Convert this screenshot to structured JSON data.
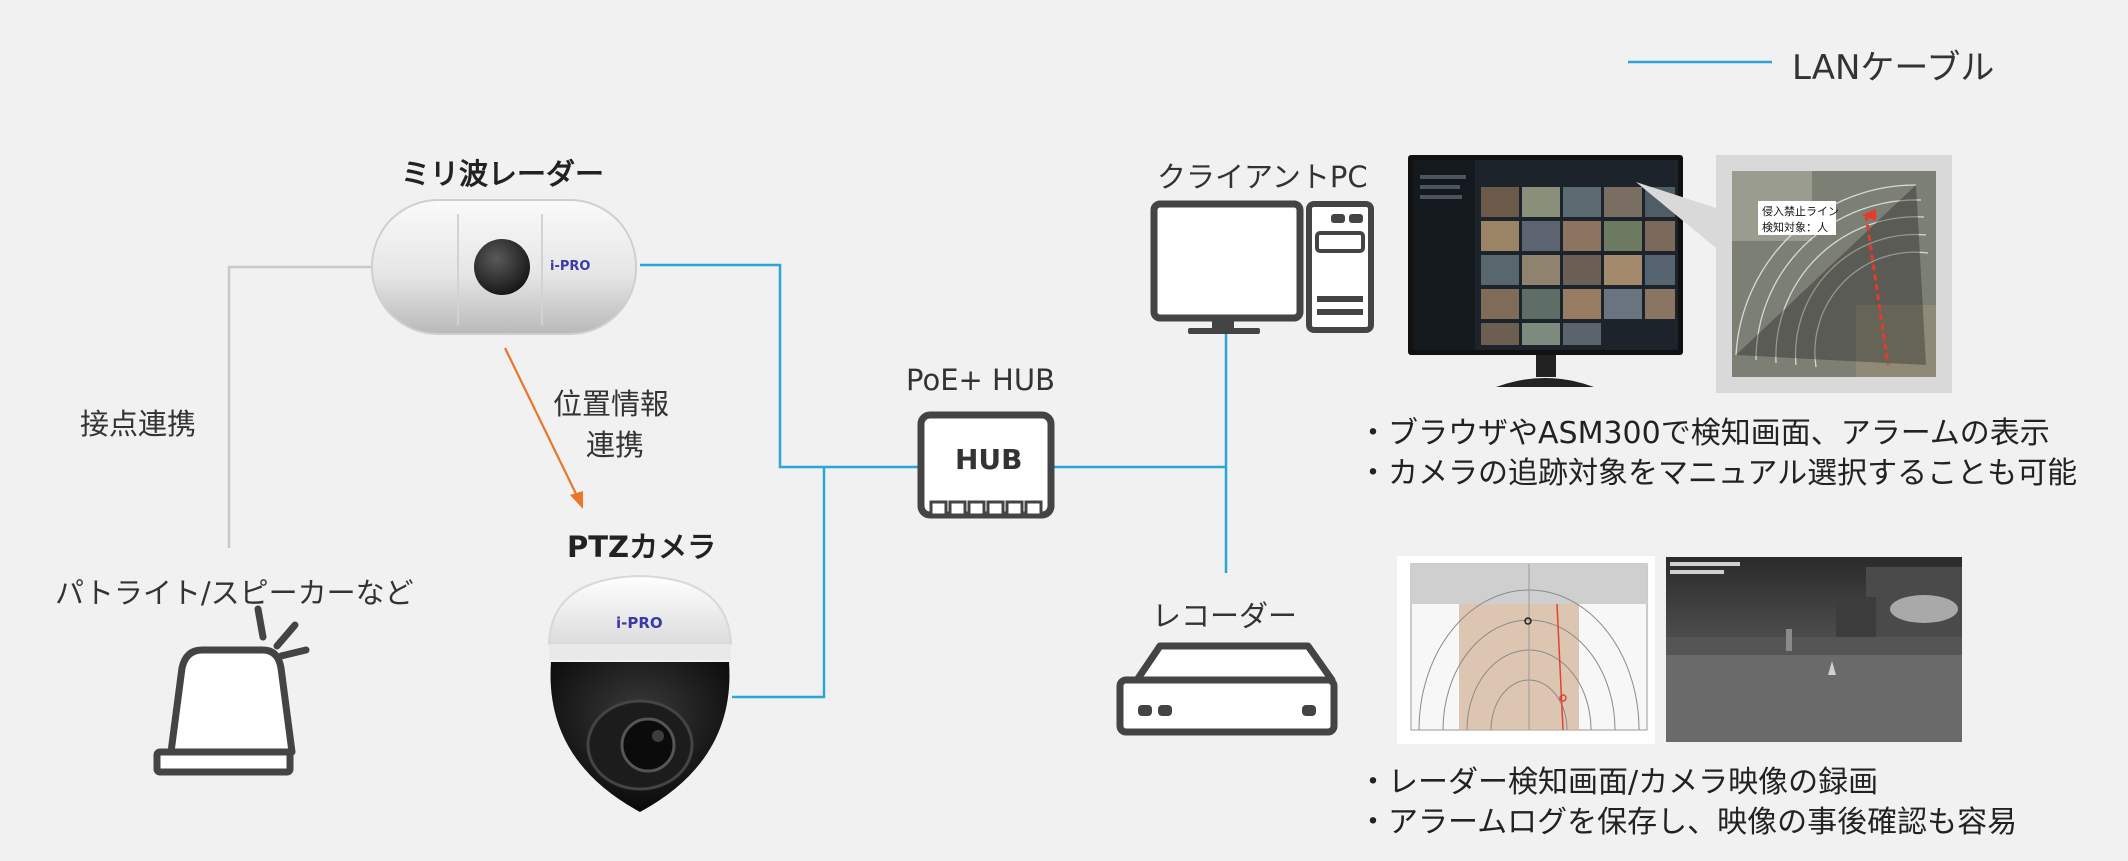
{
  "legend": {
    "line_label": "LANケーブル",
    "line_color": "#2aa6d8"
  },
  "devices": {
    "radar": {
      "title": "ミリ波レーダー",
      "brand": "i-PRO"
    },
    "ptz": {
      "title": "PTZカメラ",
      "brand": "i-PRO"
    },
    "hub": {
      "title": "PoE+ HUB",
      "box_text": "HUB"
    },
    "client": {
      "title": "クライアントPC"
    },
    "recorder": {
      "title": "レコーダー"
    },
    "patlite": {
      "title": "パトライト/スピーカーなど"
    }
  },
  "links": {
    "contact": "接点連携",
    "position_1": "位置情報",
    "position_2": "連携"
  },
  "radar_overlay": {
    "line1": "侵入禁止ライン",
    "line2": "検知対象：人"
  },
  "client_features": [
    "・ブラウザやASM300で検知画面、アラームの表示",
    "・カメラの追跡対象をマニュアル選択することも可能"
  ],
  "recorder_features": [
    "・レーダー検知画面/カメラ映像の録画",
    "・アラームログを保存し、映像の事後確認も容易"
  ],
  "colors": {
    "lan": "#2aa6d8",
    "contact_line": "#c8c8c8",
    "position_arrow": "#e8762b",
    "icon_stroke": "#444444",
    "brand": "#3a3aa8"
  }
}
